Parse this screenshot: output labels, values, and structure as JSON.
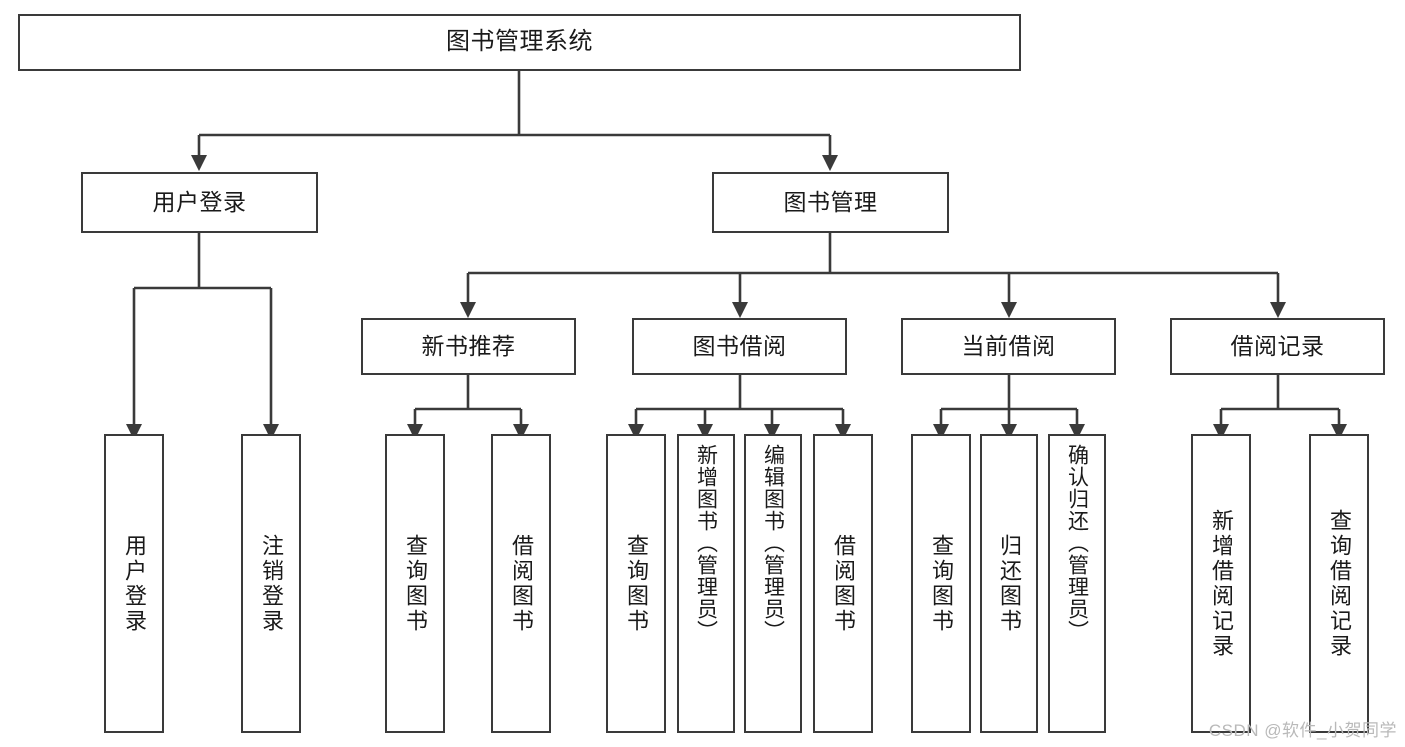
{
  "diagram": {
    "title": "图书管理系统",
    "type": "tree-hierarchy-diagram",
    "background_color": "#ffffff",
    "border_color": "#3a3a3a",
    "text_color": "#1a1a1a",
    "watermark": "CSDN @软件_小贺同学"
  },
  "nodes": {
    "root": {
      "label": "图书管理系统"
    },
    "level1": [
      {
        "label": "用户登录"
      },
      {
        "label": "图书管理"
      }
    ],
    "level2": [
      {
        "label": "新书推荐"
      },
      {
        "label": "图书借阅"
      },
      {
        "label": "当前借阅"
      },
      {
        "label": "借阅记录"
      }
    ],
    "leaves": {
      "user_login": [
        {
          "label": "用户登录"
        },
        {
          "label": "注销登录"
        }
      ],
      "new_book_recommend": [
        {
          "label": "查询图书"
        },
        {
          "label": "借阅图书"
        }
      ],
      "book_borrow": [
        {
          "label": "查询图书"
        },
        {
          "label": "新增图书（管理员）"
        },
        {
          "label": "编辑图书（管理员）"
        },
        {
          "label": "借阅图书"
        }
      ],
      "current_borrow": [
        {
          "label": "查询图书"
        },
        {
          "label": "归还图书"
        },
        {
          "label": "确认归还（管理员）"
        }
      ],
      "borrow_record": [
        {
          "label": "新增借阅记录"
        },
        {
          "label": "查询借阅记录"
        }
      ]
    }
  }
}
